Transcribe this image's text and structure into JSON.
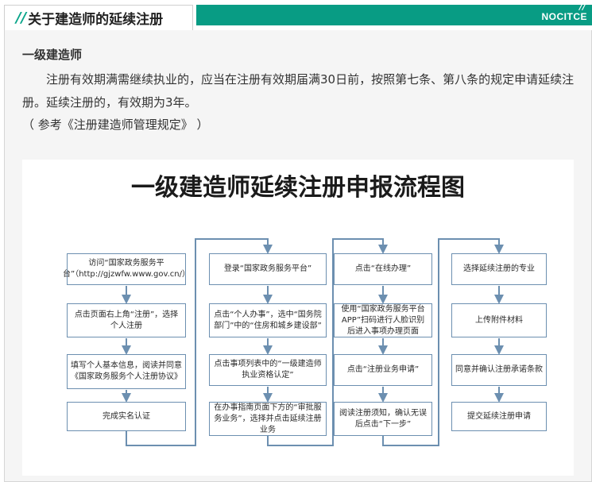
{
  "header": {
    "slashes": "//",
    "title": "关于建造师的延续注册",
    "brand": "NOCITCE",
    "brand_slashes": "//"
  },
  "content": {
    "section_title": "一级建造师",
    "paragraph": "注册有效期满需继续执业的，应当在注册有效期届满30日前，按照第七条、第八条的规定申请延续注册。延续注册的，有效期为3年。",
    "reference": "（ 参考《注册建造师管理规定》 ）"
  },
  "flowchart": {
    "title": "一级建造师延续注册申报流程图",
    "columns": [
      {
        "steps": [
          "访问“国家政务服务平台”（http://gjzwfw.www.gov.cn/）",
          "点击页面右上角“注册”，选择个人注册",
          "填写个人基本信息，阅读并同意《国家政务服务个人注册协议》",
          "完成实名认证"
        ]
      },
      {
        "steps": [
          "登录“国家政务服务平台”",
          "点击“个人办事”，选中“国务院部门”中的“住房和城乡建设部”",
          "点击事项列表中的“一级建造师执业资格认定”",
          "在办事指南页面下方的“审批服务业务”，选择并点击延续注册业务"
        ]
      },
      {
        "steps": [
          "点击“在线办理”",
          "使用“国家政务服务平台APP”扫码进行人脸识别后进入事项办理页面",
          "点击“注册业务申请”",
          "阅读注册须知，确认无误后点击“下一步”"
        ]
      },
      {
        "steps": [
          "选择延续注册的专业",
          "上传附件材料",
          "同意并确认注册承诺条款",
          "提交延续注册申请"
        ]
      }
    ]
  },
  "colors": {
    "accent": "#089c84",
    "box_border": "#6c8fb0",
    "connector": "#6c8fb0"
  }
}
